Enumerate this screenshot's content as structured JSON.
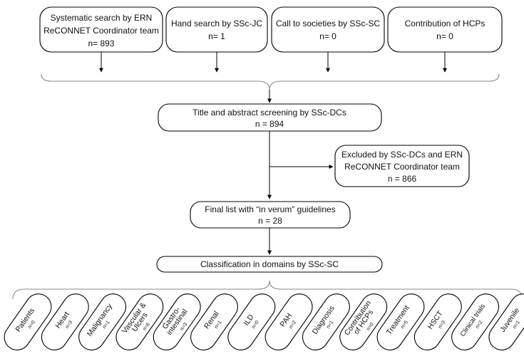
{
  "sources": [
    {
      "label": "Systematic search by ERN",
      "label2": "ReCONNET Coordinator team",
      "count": "n= 893"
    },
    {
      "label": "Hand search by SSc-JC",
      "count": "n= 1"
    },
    {
      "label": "Call to societies by SSc-SC",
      "count": "n= 0"
    },
    {
      "label": "Contribution of HCPs",
      "count": "n= 0"
    }
  ],
  "screening": {
    "label": "Title and abstract screening by SSc-DCs",
    "count": "n = 894"
  },
  "excluded": {
    "label": "Excluded by SSc-DCs and ERN",
    "label2": "ReCONNET Coordinator team",
    "count": "n = 866"
  },
  "final": {
    "label": "Final list with “in verum” guidelines",
    "count": "n = 28"
  },
  "classification": {
    "label": "Classification in domains by SSc-SC"
  },
  "domains": [
    {
      "l1": "Patients",
      "n": "n=0"
    },
    {
      "l1": "Heart",
      "n": "n=3"
    },
    {
      "l1": "Malignancy",
      "n": "n=1"
    },
    {
      "l1": "Vascular &",
      "l2": "Ulcers",
      "n": "n=6"
    },
    {
      "l1": "Gastro-",
      "l2": "intestinal",
      "n": "n=3"
    },
    {
      "l1": "Renal",
      "n": "n=1"
    },
    {
      "l1": "ILD",
      "n": "n=0"
    },
    {
      "l1": "PAH",
      "n": "n=2"
    },
    {
      "l1": "Diagnosis",
      "n": "n=1"
    },
    {
      "l1": "Contribution",
      "l2": "of HCPs",
      "n": "n=0"
    },
    {
      "l1": "Treatment",
      "n": "n=5"
    },
    {
      "l1": "HSCT",
      "n": "n=3"
    },
    {
      "l1": "Clinical trials",
      "n": "n=2"
    },
    {
      "l1": "Juvenile",
      "n": "n=1"
    }
  ]
}
